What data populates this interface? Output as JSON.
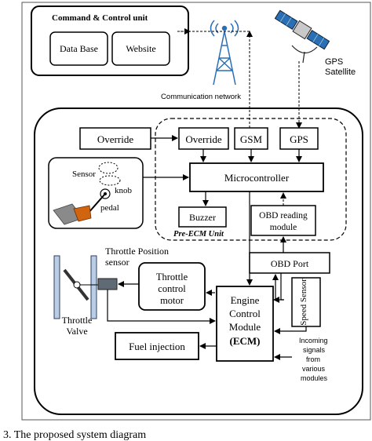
{
  "diagram": {
    "command_unit": {
      "title": "Command & Control unit",
      "database": "Data Base",
      "website": "Website"
    },
    "network": {
      "label": "Communication network",
      "icon": "antenna-tower-icon"
    },
    "satellite": {
      "line1": "GPS",
      "line2": "Satellite",
      "icon": "satellite-icon"
    },
    "pre_ecm": {
      "label": "Pre-ECM Unit",
      "override_outer": "Override",
      "override_inner": "Override",
      "gsm": "GSM",
      "gps": "GPS",
      "microcontroller": "Microcontroller",
      "buzzer": "Buzzer",
      "obd_reading_line1": "OBD reading",
      "obd_reading_line2": "module"
    },
    "pedal_group": {
      "sensor": "Sensor",
      "knob": "knob",
      "pedal": "pedal"
    },
    "throttle": {
      "position_line1": "Throttle Position",
      "position_line2": "sensor",
      "valve_line1": "Throttle",
      "valve_line2": "Valve",
      "motor_line1": "Throttle",
      "motor_line2": "control",
      "motor_line3": "motor"
    },
    "obd_port": "OBD Port",
    "ecm": {
      "line1": "Engine",
      "line2": "Control",
      "line3": "Module",
      "line4": "(ECM)"
    },
    "speed_sensor": "Speed Sensor",
    "fuel_injection": "Fuel injection",
    "incoming": {
      "line1": "Incoming",
      "line2": "signals",
      "line3": "from",
      "line4": "various",
      "line5": "modules"
    }
  },
  "caption": "3. The proposed system diagram"
}
